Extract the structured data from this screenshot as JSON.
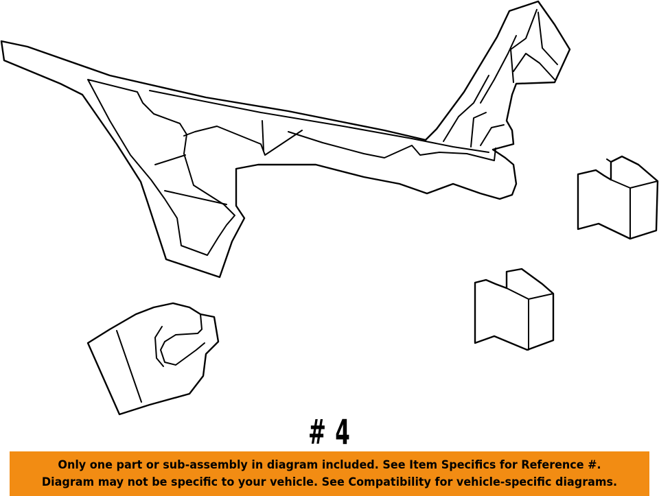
{
  "diagram": {
    "colors": {
      "line": "#000000",
      "background": "#ffffff",
      "banner": "#f28c13"
    },
    "parts": [
      {
        "name": "reinforcement-bracket",
        "icon": "bracket-outline"
      },
      {
        "name": "clip-block-right",
        "icon": "clip-outline"
      },
      {
        "name": "clip-block-center",
        "icon": "clip-outline"
      },
      {
        "name": "retainer-pad",
        "icon": "pad-outline"
      }
    ],
    "reference_label": "# 4"
  },
  "notice": {
    "line1": "Only one part or sub-assembly in diagram included. See Item Specifics for Reference #.",
    "line2": "Diagram may not be specific to your vehicle. See Compatibility for vehicle-specific diagrams."
  }
}
